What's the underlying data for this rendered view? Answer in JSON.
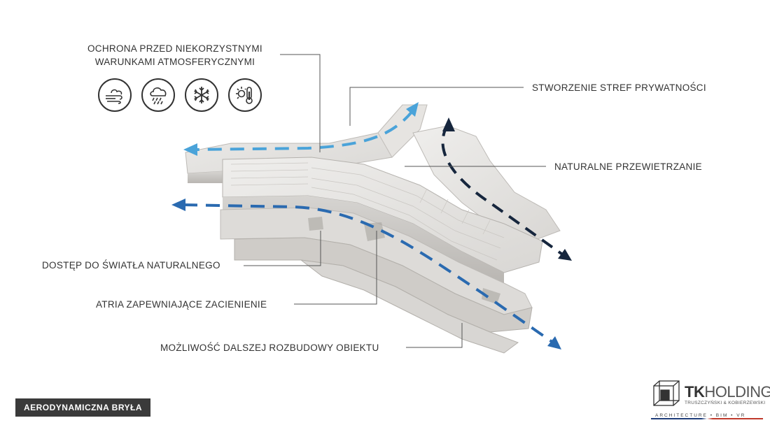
{
  "labels": {
    "weather_protection": [
      "OCHRONA PRZED NIEKORZYSTNYMI",
      "WARUNKAMI ATMOSFERYCZNYMI"
    ],
    "privacy_zones": "STWORZENIE STREF PRYWATNOŚCI",
    "natural_ventilation": "NATURALNE PRZEWIETRZANIE",
    "natural_light": "DOSTĘP DO ŚWIATŁA NATURALNEGO",
    "atria_shading": "ATRIA ZAPEWNIAJĄCE ZACIENIENIE",
    "expansion": "MOŻLIWOŚĆ DALSZEJ ROZBUDOWY OBIEKTU"
  },
  "icons": [
    "wind-icon",
    "rain-cloud-icon",
    "snowflake-icon",
    "sun-thermometer-icon"
  ],
  "badge": "AERODYNAMICZNA BRYŁA",
  "logo": {
    "tk": "TK",
    "holding": "HOLDING",
    "subtitle": "TRUSZCZYŃSKI & KOBIERZEWSKI",
    "tagline": "ARCHITECTURE • BIM • VR"
  },
  "colors": {
    "light_blue_arrow": "#4aa3d9",
    "dark_blue_arrow": "#2a6ab0",
    "navy_arrow": "#16263d",
    "building": "#e3e1df"
  }
}
